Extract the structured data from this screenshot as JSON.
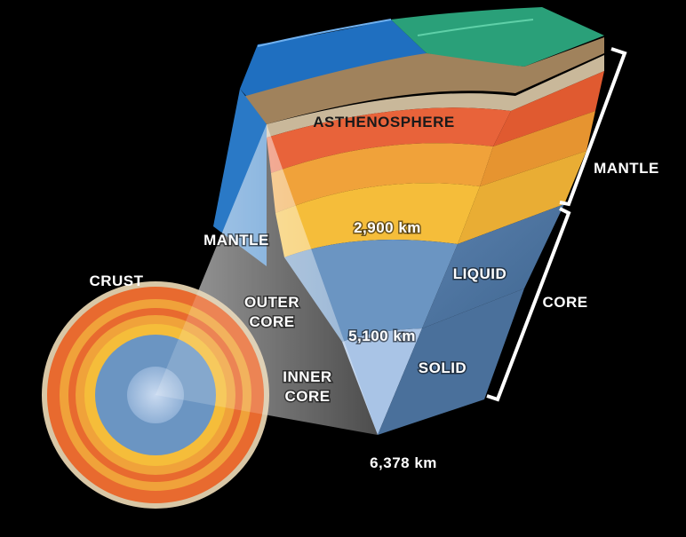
{
  "labels": {
    "asthenosphere": "ASTHENOSPHERE",
    "mantle_inner": "MANTLE",
    "outer_core_1": "OUTER",
    "outer_core_2": "CORE",
    "inner_core_1": "INNER",
    "inner_core_2": "CORE",
    "crust": "CRUST",
    "liquid": "LIQUID",
    "solid": "SOLID",
    "mantle_side": "MANTLE",
    "core_side": "CORE",
    "depth_2900": "2,900 km",
    "depth_5100": "5,100 km",
    "depth_6378": "6,378 km"
  },
  "colors": {
    "background": "#000000",
    "ocean": "#1f6fc0",
    "land": "#2aa079",
    "soil": "#a0825c",
    "asthenosphere": "#e8633a",
    "mantle_upper": "#f0a23a",
    "mantle_lower": "#f5bd3a",
    "outer_core": "#6b95c2",
    "inner_core": "#a9c4e6",
    "crust_ring": "#e86a2f"
  }
}
